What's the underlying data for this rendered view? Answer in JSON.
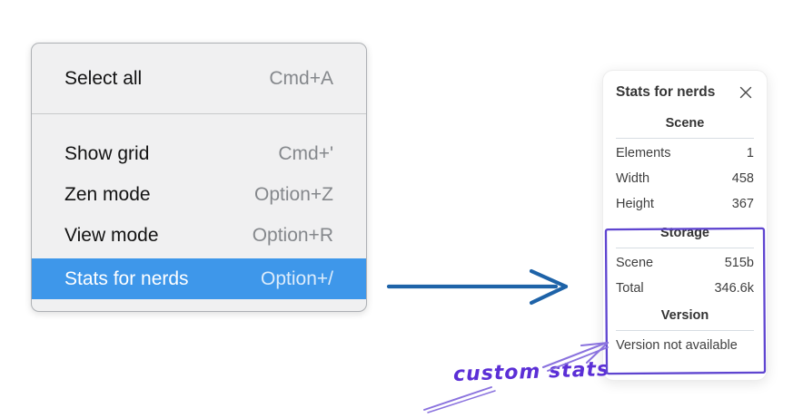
{
  "menu": {
    "sections": [
      {
        "items": [
          {
            "label": "Select all",
            "shortcut": "Cmd+A",
            "highlighted": false
          }
        ]
      },
      {
        "items": [
          {
            "label": "Show grid",
            "shortcut": "Cmd+'",
            "highlighted": false
          },
          {
            "label": "Zen mode",
            "shortcut": "Option+Z",
            "highlighted": false
          },
          {
            "label": "View mode",
            "shortcut": "Option+R",
            "highlighted": false
          },
          {
            "label": "Stats for nerds",
            "shortcut": "Option+/",
            "highlighted": true
          }
        ]
      }
    ],
    "highlight_color": "#3e97ea"
  },
  "stats_panel": {
    "title": "Stats for nerds",
    "close_icon": "x-icon",
    "sections": [
      {
        "heading": "Scene",
        "rows": [
          {
            "label": "Elements",
            "value": "1"
          },
          {
            "label": "Width",
            "value": "458"
          },
          {
            "label": "Height",
            "value": "367"
          }
        ]
      },
      {
        "heading": "Storage",
        "rows": [
          {
            "label": "Scene",
            "value": "515b"
          },
          {
            "label": "Total",
            "value": "346.6k"
          }
        ]
      },
      {
        "heading": "Version",
        "note": "Version not available"
      }
    ]
  },
  "annotations": {
    "label": "custom stats",
    "label_color": "#5b2fd6",
    "box_color": "#5f45d0",
    "arrow_color": "#8a72de",
    "blue_arrow_color": "#1e63a8"
  }
}
